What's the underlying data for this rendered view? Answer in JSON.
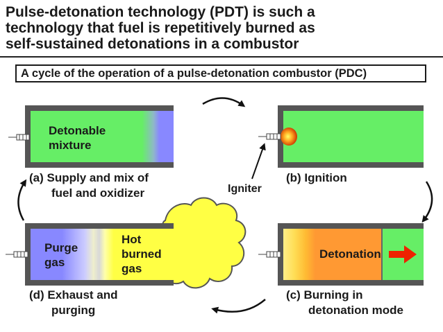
{
  "title": {
    "line1": "Pulse-detonation technology (PDT) is such a",
    "line2": "technology that fuel is repetitively burned as",
    "line3": "self-sustained detonations in a combustor"
  },
  "subtitle": "A cycle of the operation of a pulse-detonation combustor (PDC)",
  "panels": {
    "a": {
      "caption_line1": "(a) Supply and mix of",
      "caption_line2": "fuel and oxidizer",
      "content_line1": "Detonable",
      "content_line2": "mixture"
    },
    "b": {
      "caption": "(b) Ignition",
      "igniter_label": "Igniter"
    },
    "c": {
      "caption_line1": "(c) Burning in",
      "caption_line2": "detonation mode",
      "content": "Detonation"
    },
    "d": {
      "caption_line1": "(d) Exhaust and",
      "caption_line2": "purging",
      "purge_line1": "Purge",
      "purge_line2": "gas",
      "hot_line1": "Hot",
      "hot_line2": "burned",
      "hot_line3": "gas"
    }
  },
  "colors": {
    "mixture_green": "#66ee66",
    "purple": "#8888ff",
    "detonation_orange": "#ff9933",
    "exhaust_yellow": "#ffff44",
    "arrow_red": "#ee2200",
    "wall_gray": "#555555"
  }
}
